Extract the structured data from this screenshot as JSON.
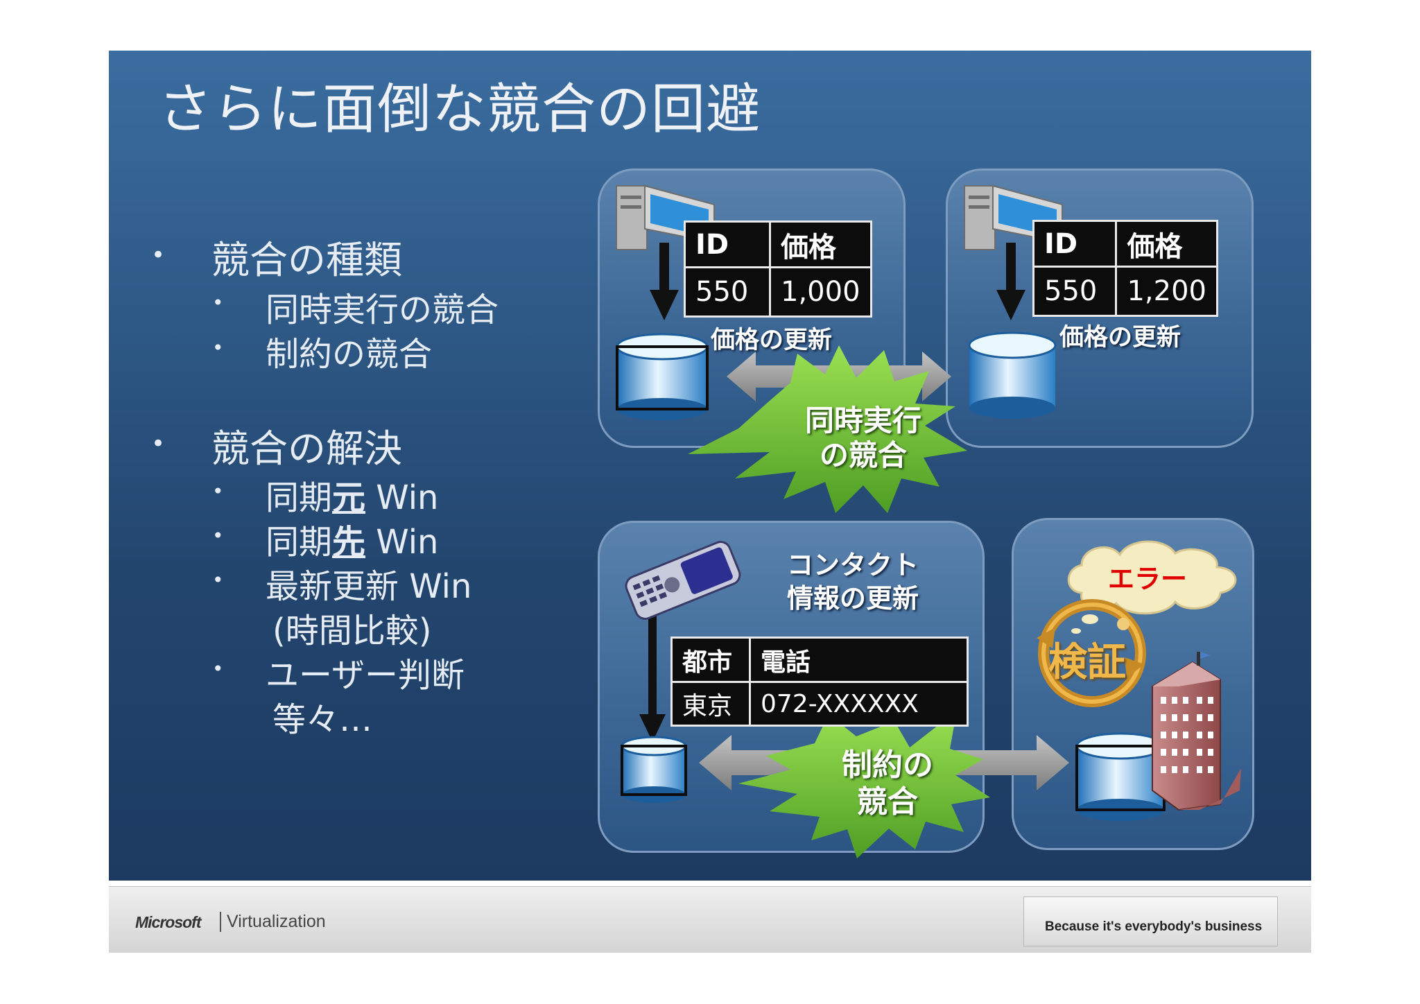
{
  "title": "さらに面倒な競合の回避",
  "bullets": {
    "conflict_types": "競合の種類",
    "concurrent": "同時実行の競合",
    "constraint": "制約の競合",
    "resolution": "競合の解決",
    "sync_source_pre": "同期",
    "sync_source_em": "元",
    "sync_source_post": " Win",
    "sync_dest_pre": "同期",
    "sync_dest_em": "先",
    "sync_dest_post": " Win",
    "latest": "最新更新 Win",
    "latest_note": "(時間比較)",
    "user": "ユーザー判断",
    "etc": "等々…"
  },
  "left_server": {
    "col_id": "ID",
    "col_price": "価格",
    "id": "550",
    "price": "1,000",
    "caption": "価格の更新"
  },
  "right_server": {
    "col_id": "ID",
    "col_price": "価格",
    "id": "550",
    "price": "1,200",
    "caption": "価格の更新"
  },
  "burst_top": {
    "line1": "同時実行",
    "line2": "の競合"
  },
  "contact": {
    "caption_line1": "コンタクト",
    "caption_line2": "情報の更新",
    "col_city": "都市",
    "col_phone": "電話",
    "city": "東京",
    "phone": "072-XXXXXX"
  },
  "burst_bottom": {
    "line1": "制約の",
    "line2": "競合"
  },
  "error_label": "エラー",
  "verify_label": "検証",
  "footer": {
    "brand": "Microsoft",
    "product": "Virtualization",
    "tagline": "Because it's everybody's business"
  },
  "colors": {
    "burst": "#7ac143",
    "error": "#e10000",
    "verify": "#d79a2b"
  }
}
